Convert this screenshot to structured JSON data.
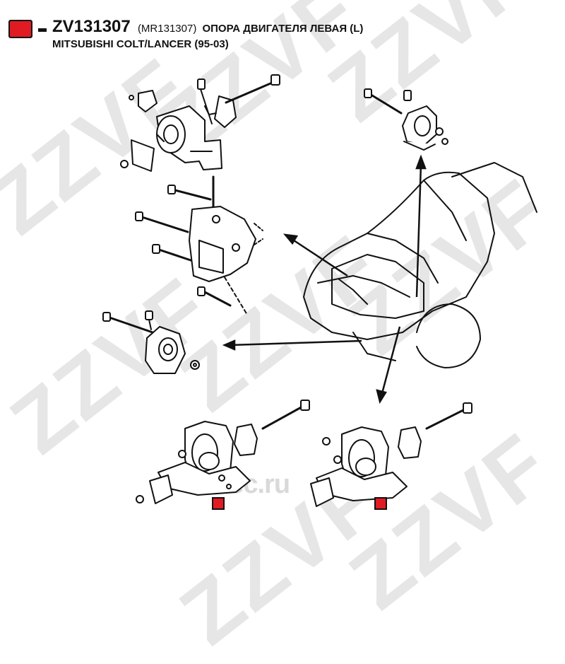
{
  "header": {
    "part_code": "ZV131307",
    "oem_code": "(MR131307)",
    "description": "ОПОРА ДВИГАТЕЛЯ ЛЕВАЯ (L)",
    "vehicle": "MITSUBISHI COLT/LANCER (95-03)"
  },
  "watermark": {
    "brand": "ZZVF",
    "site": "oec.ru"
  },
  "colors": {
    "marker_red": "#e11b22",
    "ink": "#111111",
    "watermark": "#e6e6e6"
  }
}
